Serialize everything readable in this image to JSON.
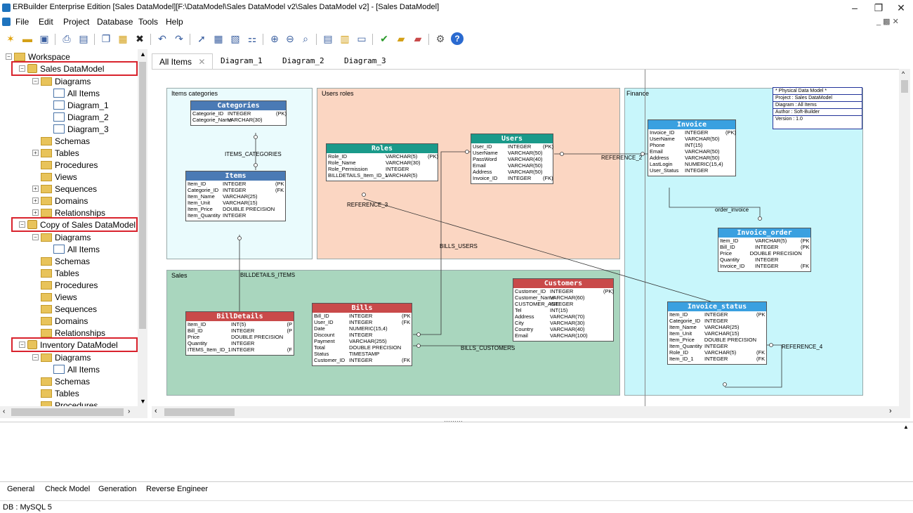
{
  "window": {
    "title": "ERBuilder Enterprise Edition [Sales DataModel][F:\\DataModel\\Sales DataModel v2\\Sales DataModel v2] - [Sales DataModel]",
    "min": "–",
    "max": "❐",
    "close": "✕"
  },
  "menu": [
    "File",
    "Edit",
    "Project",
    "Database",
    "Tools",
    "Help"
  ],
  "tree": {
    "workspace": "Workspace",
    "models": [
      {
        "name": "Sales DataModel",
        "diagrams_label": "Diagrams",
        "diagrams": [
          "All Items",
          "Diagram_1",
          "Diagram_2",
          "Diagram_3"
        ],
        "items": [
          "Schemas",
          "Tables",
          "Procedures",
          "Views",
          "Sequences",
          "Domains",
          "Relationships"
        ]
      },
      {
        "name": "Copy of Sales DataModel",
        "diagrams_label": "Diagrams",
        "diagrams": [
          "All Items"
        ],
        "items": [
          "Schemas",
          "Tables",
          "Procedures",
          "Views",
          "Sequences",
          "Domains",
          "Relationships"
        ]
      },
      {
        "name": "Inventory DataModel",
        "diagrams_label": "Diagrams",
        "diagrams": [
          "All Items"
        ],
        "items": [
          "Schemas",
          "Tables",
          "Procedures"
        ]
      }
    ]
  },
  "tabs": [
    "All Items",
    "Diagram_1",
    "Diagram_2",
    "Diagram_3"
  ],
  "tab_close": "✕",
  "regions": {
    "items": "Items categories",
    "users": "Users roles",
    "finance": "Finance",
    "sales": "Sales"
  },
  "info_box": [
    "* Physical Data Model *",
    "Project : Sales DataModel",
    "Diagram : All Items",
    "Author : Soft-Builder",
    "Version : 1.0"
  ],
  "entities": {
    "categories": {
      "name": "Categories",
      "color": "#4a7ab5",
      "rows": [
        [
          "Categorie_ID",
          "INTEGER",
          "(PK)"
        ],
        [
          "Categorie_Name",
          "VARCHAR(30)",
          ""
        ]
      ]
    },
    "items": {
      "name": "Items",
      "color": "#4a7ab5",
      "rows": [
        [
          "Item_ID",
          "INTEGER",
          "(PK"
        ],
        [
          "Categorie_ID",
          "INTEGER",
          "(FK"
        ],
        [
          "Item_Name",
          "VARCHAR(25)",
          ""
        ],
        [
          "Item_Unit",
          "VARCHAR(15)",
          ""
        ],
        [
          "Item_Price",
          "DOUBLE PRECISION",
          ""
        ],
        [
          "Item_Quantity",
          "INTEGER",
          ""
        ]
      ]
    },
    "roles": {
      "name": "Roles",
      "color": "#1a9a8a",
      "rows": [
        [
          "Role_ID",
          "VARCHAR(5)",
          "(PK)"
        ],
        [
          "Role_Name",
          "VARCHAR(30)",
          ""
        ],
        [
          "Role_Permission",
          "INTEGER",
          ""
        ],
        [
          "BILLDETAILS_Item_ID_1",
          "VARCHAR(5)",
          ""
        ]
      ]
    },
    "users": {
      "name": "Users",
      "color": "#1a9a8a",
      "rows": [
        [
          "User_ID",
          "INTEGER",
          "(PK)"
        ],
        [
          "UserName",
          "VARCHAR(50)",
          ""
        ],
        [
          "PassWord",
          "VARCHAR(40)",
          ""
        ],
        [
          "Email",
          "VARCHAR(50)",
          ""
        ],
        [
          "Address",
          "VARCHAR(50)",
          ""
        ],
        [
          "Invoice_ID",
          "INTEGER",
          "(FK)"
        ]
      ]
    },
    "invoice": {
      "name": "Invoice",
      "color": "#3aa0e0",
      "rows": [
        [
          "Invoice_ID",
          "INTEGER",
          "(PK)"
        ],
        [
          "UserName",
          "VARCHAR(50)",
          ""
        ],
        [
          "Phone",
          "INT(15)",
          ""
        ],
        [
          "Email",
          "VARCHAR(50)",
          ""
        ],
        [
          "Address",
          "VARCHAR(50)",
          ""
        ],
        [
          "LastLogin",
          "NUMERIC(15,4)",
          ""
        ],
        [
          "User_Status",
          "INTEGER",
          ""
        ]
      ]
    },
    "invoice_order": {
      "name": "Invoice_order",
      "color": "#3aa0e0",
      "rows": [
        [
          "Item_ID",
          "VARCHAR(5)",
          "(PK"
        ],
        [
          "Bill_ID",
          "INTEGER",
          "(PK"
        ],
        [
          "Price",
          "DOUBLE PRECISION",
          ""
        ],
        [
          "Quantity",
          "INTEGER",
          ""
        ],
        [
          "Invoice_ID",
          "INTEGER",
          "(FK"
        ]
      ]
    },
    "billdetails": {
      "name": "BillDetails",
      "color": "#c94a4a",
      "rows": [
        [
          "Item_ID",
          "INT(5)",
          "(P"
        ],
        [
          "Bill_ID",
          "INTEGER",
          "(P"
        ],
        [
          "Price",
          "DOUBLE PRECISION",
          ""
        ],
        [
          "Quantity",
          "INTEGER",
          ""
        ],
        [
          "ITEMS_Item_ID_1",
          "INTEGER",
          "(F"
        ]
      ]
    },
    "bills": {
      "name": "Bills",
      "color": "#c94a4a",
      "rows": [
        [
          "Bill_ID",
          "INTEGER",
          "(PK"
        ],
        [
          "User_ID",
          "INTEGER",
          "(FK"
        ],
        [
          "Date",
          "NUMERIC(15,4)",
          ""
        ],
        [
          "Discount",
          "INTEGER",
          ""
        ],
        [
          "Payment",
          "VARCHAR(255)",
          ""
        ],
        [
          "Total",
          "DOUBLE PRECISION",
          ""
        ],
        [
          "Status",
          "TIMESTAMP",
          ""
        ],
        [
          "Customer_ID",
          "INTEGER",
          "(FK"
        ]
      ]
    },
    "customers": {
      "name": "Customers",
      "color": "#c94a4a",
      "rows": [
        [
          "Customer_ID",
          "INTEGER",
          "(PK)"
        ],
        [
          "Customer_Name",
          "VARCHAR(60)",
          ""
        ],
        [
          "CUSTOMER_AGE",
          "INTEGER",
          ""
        ],
        [
          "Tel",
          "INT(15)",
          ""
        ],
        [
          "Address",
          "VARCHAR(70)",
          ""
        ],
        [
          "City",
          "VARCHAR(30)",
          ""
        ],
        [
          "Country",
          "VARCHAR(40)",
          ""
        ],
        [
          "Email",
          "VARCHAR(100)",
          ""
        ]
      ]
    },
    "invoice_status": {
      "name": "Invoice_status",
      "color": "#3aa0e0",
      "rows": [
        [
          "Item_ID",
          "INTEGER",
          "(PK"
        ],
        [
          "Categorie_ID",
          "INTEGER",
          ""
        ],
        [
          "Item_Name",
          "VARCHAR(25)",
          ""
        ],
        [
          "Item_Unit",
          "VARCHAR(15)",
          ""
        ],
        [
          "Item_Price",
          "DOUBLE PRECISION",
          ""
        ],
        [
          "Item_Quantity",
          "INTEGER",
          ""
        ],
        [
          "Role_ID",
          "VARCHAR(5)",
          "(FK"
        ],
        [
          "Item_ID_1",
          "INTEGER",
          "(FK"
        ]
      ]
    }
  },
  "relations": {
    "items_categories": "ITEMS_CATEGORIES",
    "reference_2": "REFERENCE_2",
    "reference_3": "REFERENCE_3",
    "bills_users": "BILLS_USERS",
    "order_invoice": "order_invoice",
    "billdetails_items": "BILLDETAILS_ITEMS",
    "bills_customers": "BILLS_CUSTOMERS",
    "reference_4": "REFERENCE_4"
  },
  "splitter": "………",
  "bottom_tabs": [
    "General",
    "Check Model",
    "Generation",
    "Reverse Engineer"
  ],
  "status": "DB : MySQL 5"
}
